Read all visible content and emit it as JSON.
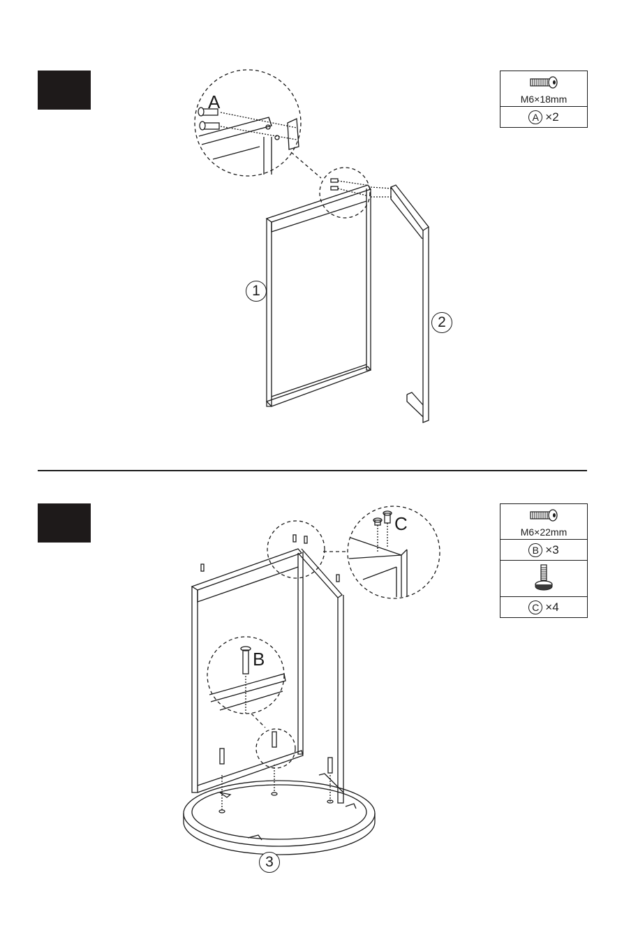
{
  "steps": [
    {
      "parts": {
        "spec": "M6×18mm",
        "letter": "A",
        "qty": "×2"
      },
      "labels": {
        "screw": "A",
        "part_a": "1",
        "part_b": "2"
      }
    },
    {
      "parts": {
        "spec": "M6×22mm",
        "letter_b": "B",
        "qty_b": "×3",
        "letter_c": "C",
        "qty_c": "×4"
      },
      "labels": {
        "screw": "B",
        "foot": "C",
        "part": "3"
      }
    }
  ]
}
